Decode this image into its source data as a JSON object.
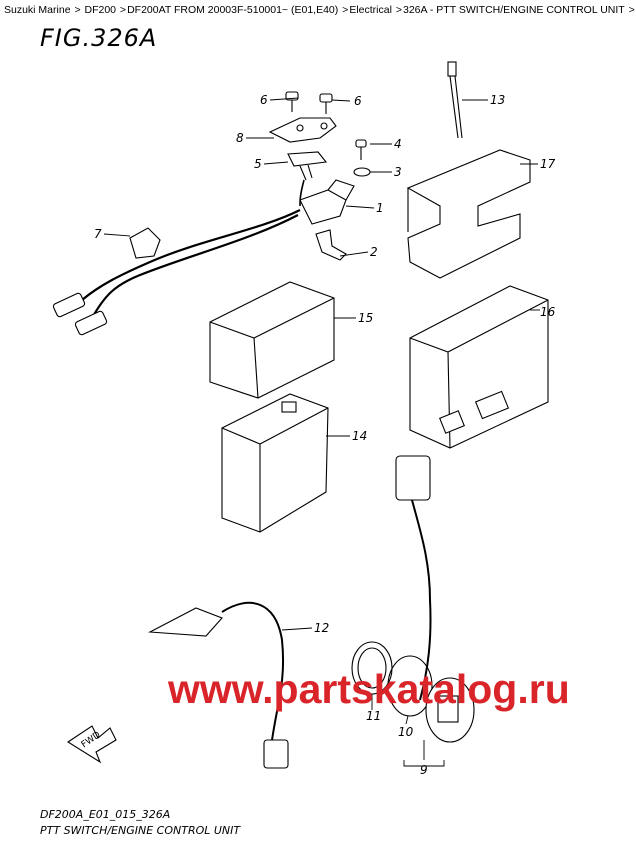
{
  "breadcrumb": [
    "Suzuki Marine",
    "DF200",
    "DF200AT FROM 20003F-510001~ (E01,E40)",
    "Electrical",
    "326A - PTT SWITCH/ENGINE CONTROL UNIT",
    ""
  ],
  "figure": {
    "title": "FIG.326A",
    "code": "DF200A_E01_015_326A",
    "caption": "PTT SWITCH/ENGINE CONTROL UNIT",
    "fwd_label": "FWD"
  },
  "watermark": "www.partskatalog.ru",
  "part_numbers": [
    "1",
    "2",
    "3",
    "4",
    "5",
    "6",
    "6",
    "7",
    "8",
    "9",
    "10",
    "11",
    "12",
    "13",
    "14",
    "15",
    "16",
    "17"
  ]
}
